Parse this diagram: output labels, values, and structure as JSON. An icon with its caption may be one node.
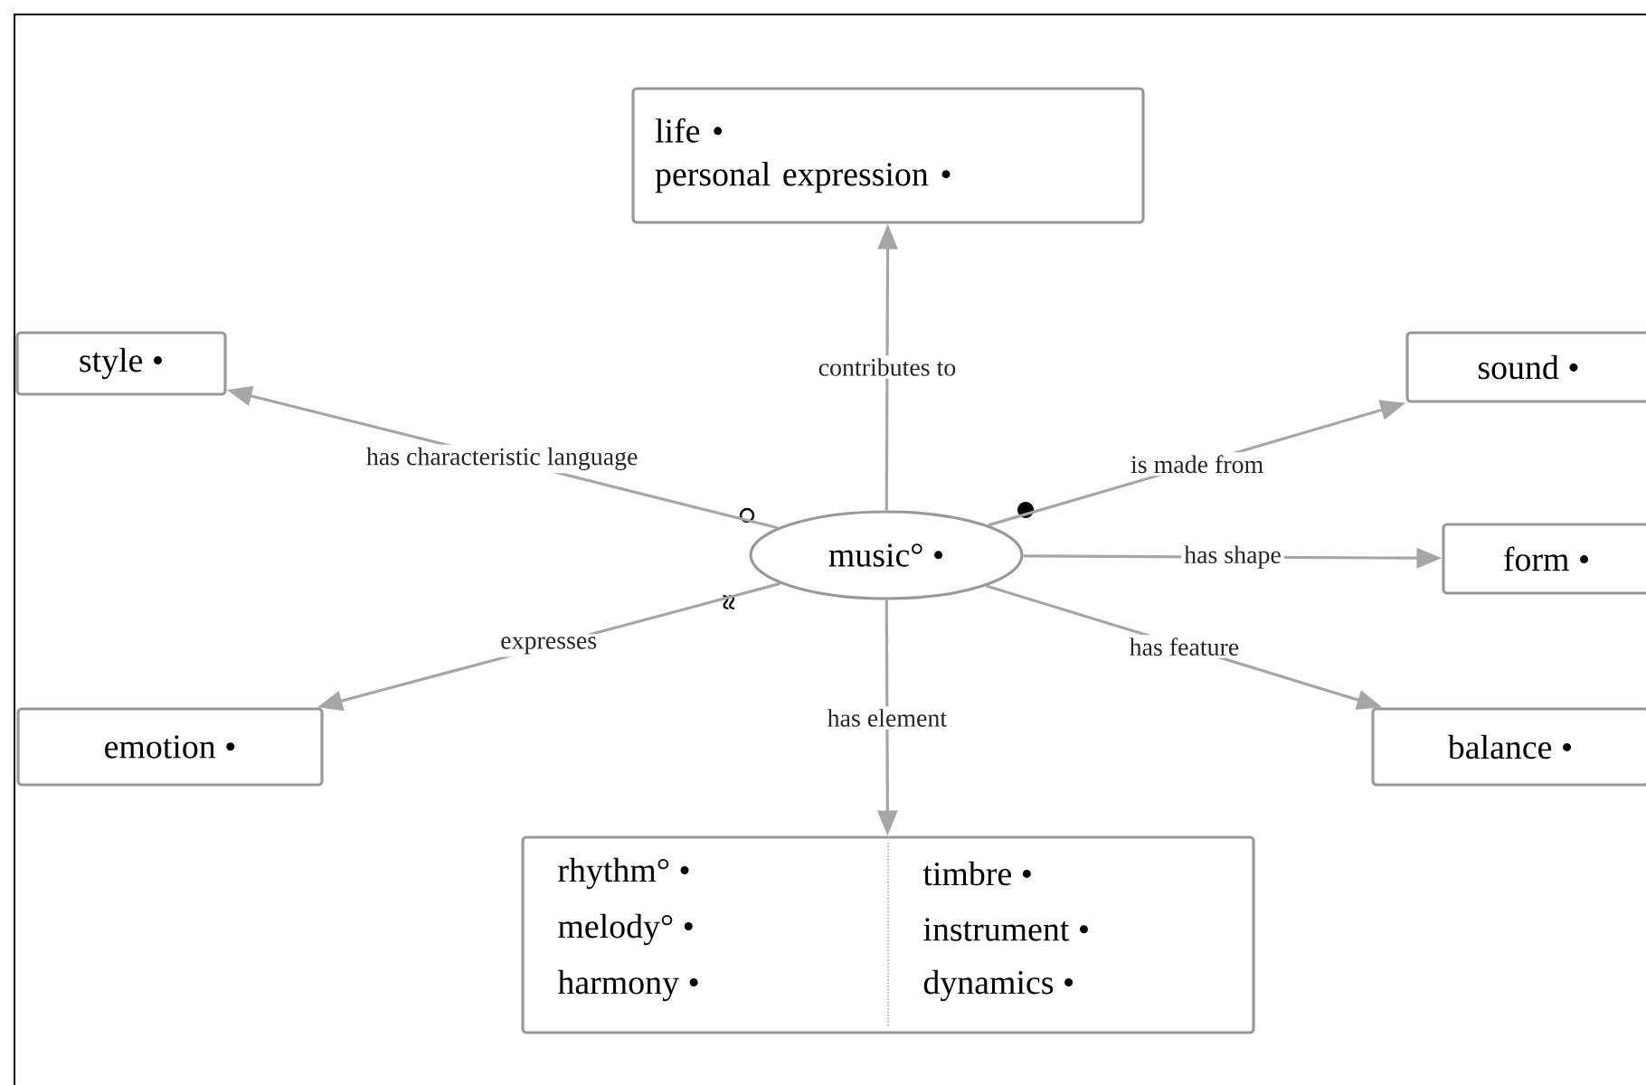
{
  "diagram": {
    "nodes": [
      {
        "text": [
          "music° •"
        ]
      },
      {
        "text": [
          "life •",
          "personal expression •"
        ]
      },
      {
        "text": [
          "style •"
        ]
      },
      {
        "text": [
          "sound •"
        ]
      },
      {
        "text": [
          "form •"
        ]
      },
      {
        "text": [
          "emotion •"
        ]
      },
      {
        "text": [
          "balance •"
        ]
      },
      {
        "text": [
          "rhythm° •",
          "melody° •",
          "harmony •",
          "timbre •",
          "instrument •",
          "dynamics •"
        ]
      }
    ],
    "edges": [
      {
        "from": 0,
        "to": 1,
        "arrow": "to",
        "label": "contributes to"
      },
      {
        "from": 0,
        "to": 2,
        "arrow": "to",
        "label": "has characteristic language"
      },
      {
        "from": 0,
        "to": 3,
        "arrow": "to",
        "label": "is made from"
      },
      {
        "from": 0,
        "to": 4,
        "arrow": "to",
        "label": "has shape"
      },
      {
        "from": 0,
        "to": 5,
        "arrow": "to",
        "label": "expresses"
      },
      {
        "from": 0,
        "to": 6,
        "arrow": "to",
        "label": "has feature"
      },
      {
        "from": 0,
        "to": 7,
        "arrow": "to",
        "label": "has element"
      }
    ],
    "labels": [
      "≈"
    ]
  }
}
